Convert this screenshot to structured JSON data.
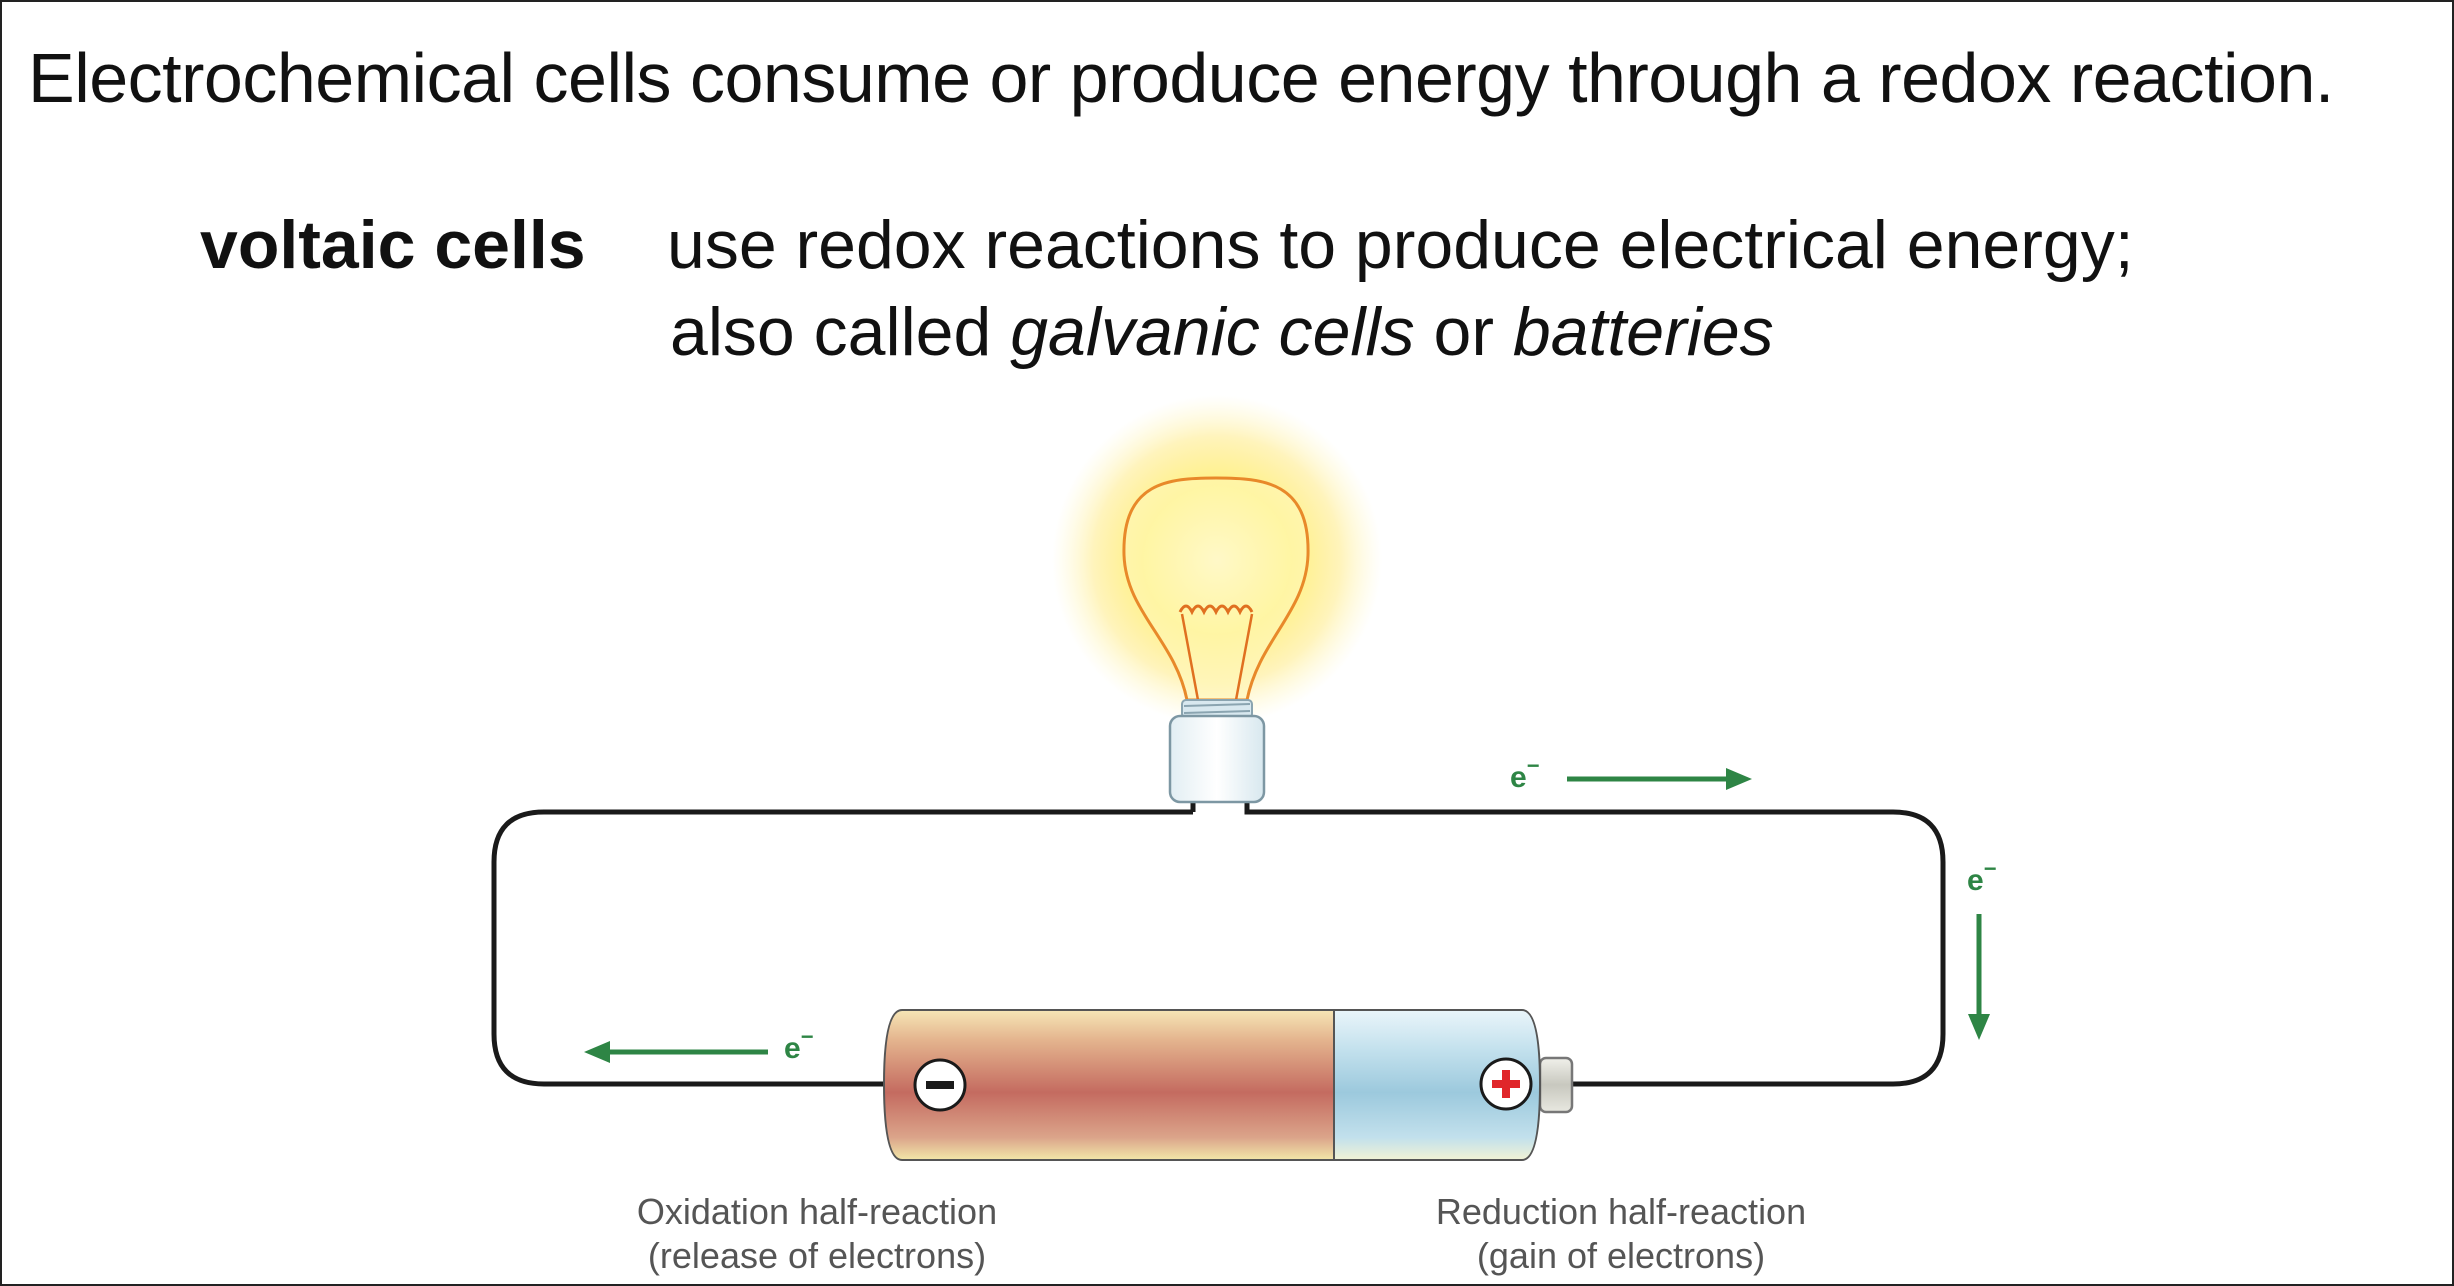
{
  "slide": {
    "title": "Electrochemical cells consume or produce energy through a redox reaction.",
    "term": "voltaic cells",
    "definition_line1": "use redox reactions to produce electrical energy;",
    "definition_line2": {
      "prefix": "also called ",
      "italic1": "galvanic cells",
      "middle": " or ",
      "italic2": "batteries"
    }
  },
  "diagram": {
    "electron_label": "e",
    "electron_sup": "−",
    "oxidation": {
      "line1": "Oxidation half-reaction",
      "line2": "(release of electrons)"
    },
    "reduction": {
      "line1": "Reduction half-reaction",
      "line2": "(gain of electrons)"
    },
    "negative_symbol": "−",
    "positive_symbol": "+",
    "colors": {
      "wire": "#1a1a1a",
      "arrow": "#2e8545",
      "anode_fill": "#c97a6a",
      "cathode_fill": "#a9d2e2",
      "bulb_outline": "#e8892a",
      "glow": "#fff27a",
      "plus_red": "#e0262a"
    }
  }
}
